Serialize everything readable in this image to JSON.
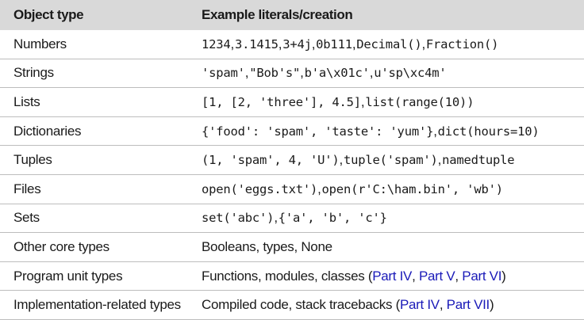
{
  "header": {
    "col1": "Object type",
    "col2": "Example literals/creation"
  },
  "rows": [
    {
      "type": "Numbers",
      "parts": [
        {
          "kind": "code",
          "text": "1234"
        },
        {
          "kind": "sep",
          "text": ","
        },
        {
          "kind": "code",
          "text": "3.1415"
        },
        {
          "kind": "sep",
          "text": ","
        },
        {
          "kind": "code",
          "text": "3+4j"
        },
        {
          "kind": "sep",
          "text": ","
        },
        {
          "kind": "code",
          "text": "0b111"
        },
        {
          "kind": "sep",
          "text": ","
        },
        {
          "kind": "code",
          "text": "Decimal()"
        },
        {
          "kind": "sep",
          "text": ","
        },
        {
          "kind": "code",
          "text": "Fraction()"
        }
      ]
    },
    {
      "type": "Strings",
      "parts": [
        {
          "kind": "code",
          "text": "'spam'"
        },
        {
          "kind": "sep",
          "text": ","
        },
        {
          "kind": "code",
          "text": "\"Bob's\""
        },
        {
          "kind": "sep",
          "text": ","
        },
        {
          "kind": "code",
          "text": "b'a\\x01c'"
        },
        {
          "kind": "sep",
          "text": ","
        },
        {
          "kind": "code",
          "text": "u'sp\\xc4m'"
        }
      ]
    },
    {
      "type": "Lists",
      "parts": [
        {
          "kind": "code",
          "text": "[1, [2, 'three'], 4.5]"
        },
        {
          "kind": "sep",
          "text": ","
        },
        {
          "kind": "code",
          "text": "list(range(10))"
        }
      ]
    },
    {
      "type": "Dictionaries",
      "parts": [
        {
          "kind": "code",
          "text": "{'food': 'spam', 'taste': 'yum'}"
        },
        {
          "kind": "sep",
          "text": ","
        },
        {
          "kind": "code",
          "text": "dict(hours=10)"
        }
      ]
    },
    {
      "type": "Tuples",
      "parts": [
        {
          "kind": "code",
          "text": "(1, 'spam', 4, 'U')"
        },
        {
          "kind": "sep",
          "text": ","
        },
        {
          "kind": "code",
          "text": "tuple('spam')"
        },
        {
          "kind": "sep",
          "text": ","
        },
        {
          "kind": "code",
          "text": "namedtuple"
        }
      ]
    },
    {
      "type": "Files",
      "parts": [
        {
          "kind": "code",
          "text": "open('eggs.txt')"
        },
        {
          "kind": "sep",
          "text": ","
        },
        {
          "kind": "code",
          "text": "open(r'C:\\ham.bin', 'wb')"
        }
      ]
    },
    {
      "type": "Sets",
      "parts": [
        {
          "kind": "code",
          "text": "set('abc')"
        },
        {
          "kind": "sep",
          "text": ","
        },
        {
          "kind": "code",
          "text": "{'a', 'b', 'c'}"
        }
      ]
    },
    {
      "type": "Other core types",
      "parts": [
        {
          "kind": "plain",
          "text": "Booleans, types, None"
        }
      ]
    },
    {
      "type": "Program unit types",
      "parts": [
        {
          "kind": "plain",
          "text": "Functions, modules, classes ("
        },
        {
          "kind": "link",
          "text": "Part IV"
        },
        {
          "kind": "plain",
          "text": ", "
        },
        {
          "kind": "link",
          "text": "Part V"
        },
        {
          "kind": "plain",
          "text": ", "
        },
        {
          "kind": "link",
          "text": "Part VI"
        },
        {
          "kind": "plain",
          "text": ")"
        }
      ]
    },
    {
      "type": "Implementation-related types",
      "parts": [
        {
          "kind": "plain",
          "text": "Compiled code, stack tracebacks ("
        },
        {
          "kind": "link",
          "text": "Part IV"
        },
        {
          "kind": "plain",
          "text": ", "
        },
        {
          "kind": "link",
          "text": "Part VII"
        },
        {
          "kind": "plain",
          "text": ")"
        }
      ]
    }
  ],
  "colors": {
    "header_bg": "#d9d9d9",
    "link": "#1a1ab8",
    "rule": "#bdbdbd"
  }
}
